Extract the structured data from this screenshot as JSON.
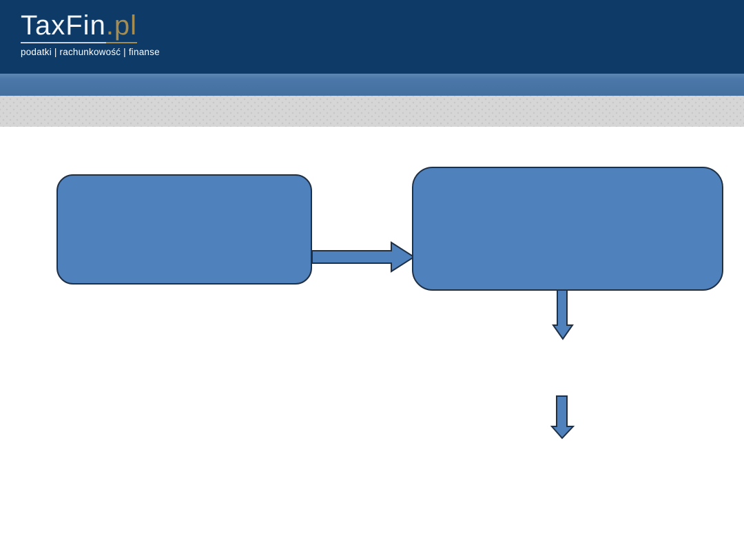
{
  "brand": {
    "name_primary": "TaxFin",
    "name_suffix": ".pl",
    "tagline": "podatki | rachunkowość | finanse"
  },
  "colors": {
    "header_navy": "#0d3a67",
    "band_blue": "#4a77a9",
    "band_gray": "#d6d6d6",
    "shape_fill": "#4f81bd",
    "shape_border": "#1f3045",
    "brand_gold": "#a58c50"
  },
  "diagram": {
    "boxes": [
      {
        "id": "flow-box-left",
        "label": ""
      },
      {
        "id": "flow-box-right",
        "label": ""
      }
    ],
    "arrows": [
      {
        "id": "arrow-right",
        "direction": "right",
        "from": "flow-box-left",
        "to": "flow-box-right"
      },
      {
        "id": "arrow-down-1",
        "direction": "down",
        "from": "flow-box-right",
        "to": ""
      },
      {
        "id": "arrow-down-2",
        "direction": "down",
        "from": "",
        "to": ""
      }
    ]
  }
}
